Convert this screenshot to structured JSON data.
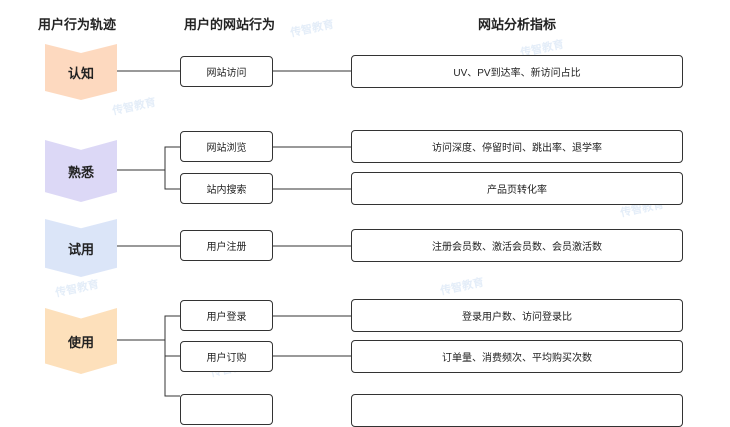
{
  "headers": {
    "track": "用户行为轨迹",
    "behavior": "用户的网站行为",
    "metrics": "网站分析指标"
  },
  "stages": [
    {
      "label": "认知",
      "color": "#fdd9bf"
    },
    {
      "label": "熟悉",
      "color": "#dcd8f6"
    },
    {
      "label": "试用",
      "color": "#dbe5f8"
    },
    {
      "label": "使用",
      "color": "#fde0bb"
    }
  ],
  "rows": [
    {
      "action": "网站访问",
      "metric": "UV、PV到达率、新访问占比"
    },
    {
      "action": "网站浏览",
      "metric": "访问深度、停留时间、跳出率、退学率"
    },
    {
      "action": "站内搜索",
      "metric": "产品页转化率"
    },
    {
      "action": "用户注册",
      "metric": "注册会员数、激活会员数、会员激活数"
    },
    {
      "action": "用户登录",
      "metric": "登录用户数、访问登录比"
    },
    {
      "action": "用户订购",
      "metric": "订单量、消费频次、平均购买次数"
    },
    {
      "action": "",
      "metric": ""
    }
  ],
  "watermark": "传智教育"
}
